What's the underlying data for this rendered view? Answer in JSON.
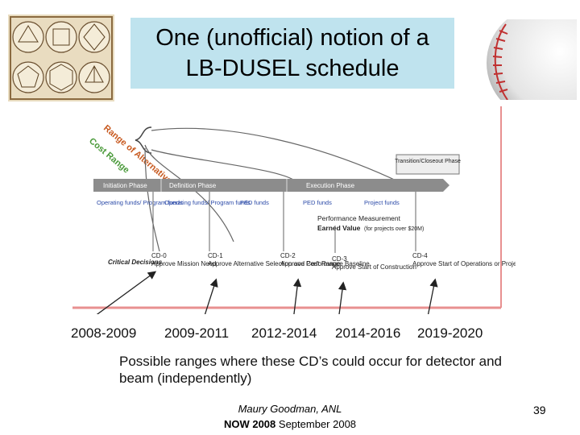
{
  "slide": {
    "title_line1": "One (unofficial) notion of a",
    "title_line2": "LB-DUSEL schedule",
    "page_number": "39"
  },
  "footer": {
    "author": "Maury Goodman, ANL",
    "event_bold": "NOW 2008",
    "event_date": "September 2008"
  },
  "timeline": {
    "side_labels": [
      "Range of Alternatives",
      "Cost Range"
    ],
    "phases": [
      "Initiation Phase",
      "Definition Phase",
      "Execution Phase",
      "Transition/Closeout Phase"
    ],
    "funds": [
      "Operating funds/ Program funds",
      "Operating funds/ Program funds",
      "PED funds",
      "PED funds",
      "Project funds"
    ],
    "performance_measurement": "Performance Measurement",
    "earned_value": "Earned Value",
    "earned_value_note": "(for projects over $20M)",
    "critical_decisions_label": "Critical Decisions",
    "decisions": [
      {
        "code": "CD-0",
        "text": "Approve Mission Need"
      },
      {
        "code": "CD-1",
        "text": "Approve Alternative Selection and Cost Range"
      },
      {
        "code": "CD-2",
        "text": "Approve Performance Baseline"
      },
      {
        "code": "CD-3",
        "text": "Approve Start of Construction"
      },
      {
        "code": "CD-4",
        "text": "Approve Start of Operations or Project Closeout"
      }
    ]
  },
  "year_ranges": [
    "2008-2009",
    "2009-2011",
    "2012-2014",
    "2014-2016",
    "2019-2020"
  ],
  "caption": "Possible ranges where these CD’s could occur for detector and beam (independently)",
  "colors": {
    "title_bg": "#bfe3ee",
    "phase_bar": "#8c8c8c",
    "frame": "#e89090",
    "fund_text": "#2b4aa8"
  }
}
